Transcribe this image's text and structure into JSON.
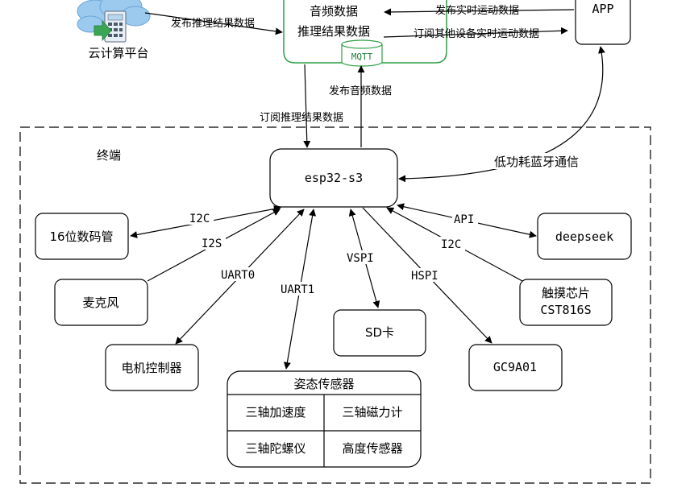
{
  "cloud": {
    "label": "云计算平台"
  },
  "mqtt_server": {
    "line1": "音频数据",
    "line2": "推理结果数据",
    "db_label": "MQTT"
  },
  "app": {
    "label": "APP"
  },
  "terminal": {
    "label": "终端"
  },
  "esp": {
    "label": "esp32-s3"
  },
  "nodes": {
    "display": "16位数码管",
    "mic": "麦克风",
    "motor": "电机控制器",
    "sd": "SD卡",
    "gc": "GC9A01",
    "touch_line1": "触摸芯片",
    "touch_line2": "CST816S",
    "deepseek": "deepseek"
  },
  "sensor": {
    "title": "姿态传感器",
    "cells": [
      "三轴加速度",
      "三轴磁力计",
      "三轴陀螺仪",
      "高度传感器"
    ]
  },
  "edges": {
    "cloud_to_mqtt": "发布推理结果数据",
    "app_to_mqtt": "发布实时运动数据",
    "mqtt_to_app": "订阅其他设备实时运动数据",
    "esp_pub_audio": "发布音频数据",
    "esp_sub_result": "订阅推理结果数据",
    "ble": "低功耗蓝牙通信",
    "i2c_display": "I2C",
    "i2s_mic": "I2S",
    "uart0": "UART0",
    "uart1": "UART1",
    "vspi": "VSPI",
    "hspi": "HSPI",
    "i2c_touch": "I2C",
    "api": "API"
  },
  "colors": {
    "mqtt_border": "#2ea043",
    "mqtt_text": "#1a7f37",
    "cloud_blue": "#9cc9ee",
    "icon_green": "#3aa655"
  }
}
